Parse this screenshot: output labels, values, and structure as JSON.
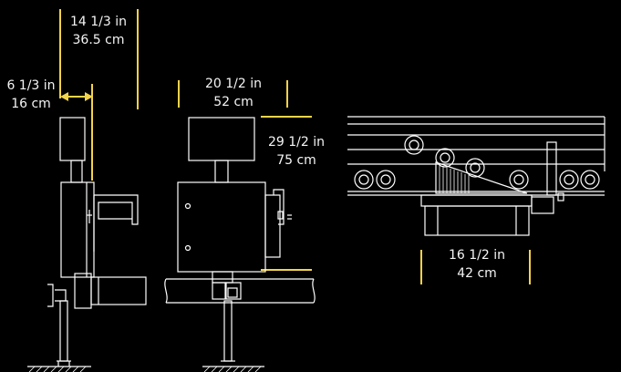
{
  "dimensions": {
    "height": {
      "imperial": "14 1/3 in",
      "metric": "36.5 cm"
    },
    "depth": {
      "imperial": "6 1/3 in",
      "metric": "16 cm"
    },
    "width": {
      "imperial": "20 1/2 in",
      "metric": "52 cm"
    },
    "span": {
      "imperial": "29 1/2 in",
      "metric": "75 cm"
    },
    "base": {
      "imperial": "16 1/2 in",
      "metric": "42 cm"
    }
  },
  "colors": {
    "background": "#000000",
    "line": "#ffffff",
    "dimension_line": "#f3d34a",
    "text": "#f5f5f5"
  }
}
